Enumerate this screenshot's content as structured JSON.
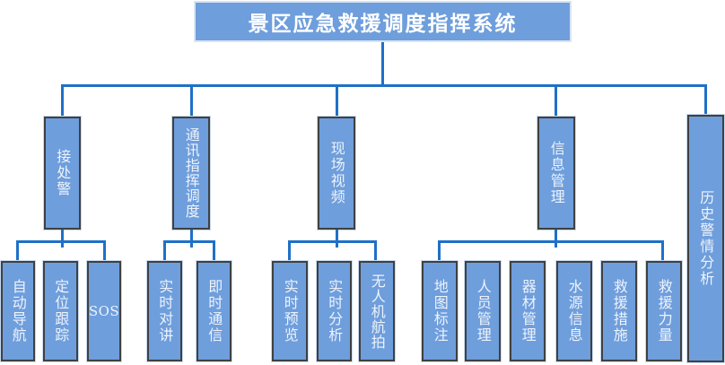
{
  "title": {
    "label": "景区应急救援调度指挥系统"
  },
  "colors": {
    "node_fill": "#6e9edc",
    "node_border": "#404040",
    "title_border": "#d8e4f4",
    "connector": "#1e70c8",
    "node_text": "#eef3fb",
    "background": "#ffffff"
  },
  "chart_type": "org-chart",
  "tree": {
    "branches": [
      {
        "label": "接处警",
        "children": [
          {
            "label": "自动导航"
          },
          {
            "label": "定位跟踪"
          },
          {
            "label": "SOS"
          }
        ]
      },
      {
        "label": "通讯指挥调度",
        "children": [
          {
            "label": "实时对讲"
          },
          {
            "label": "即时通信"
          }
        ]
      },
      {
        "label": "现场视频",
        "children": [
          {
            "label": "实时预览"
          },
          {
            "label": "实时分析"
          },
          {
            "label": "无人机航拍"
          }
        ]
      },
      {
        "label": "信息管理",
        "children": [
          {
            "label": "地图标注"
          },
          {
            "label": "人员管理"
          },
          {
            "label": "器材管理"
          },
          {
            "label": "水源信息"
          },
          {
            "label": "救援措施"
          },
          {
            "label": "救援力量"
          }
        ]
      },
      {
        "label": "历史警情分析",
        "children": []
      }
    ]
  }
}
